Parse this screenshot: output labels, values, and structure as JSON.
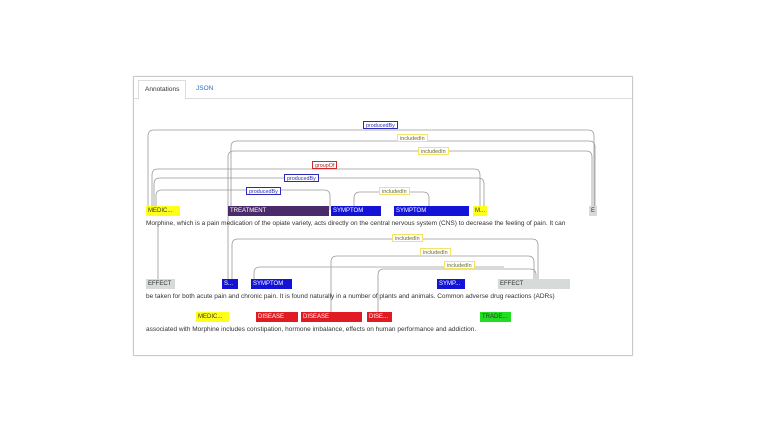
{
  "tabs": {
    "annotations": "Annotations",
    "json": "JSON"
  },
  "relations": [
    "producedBy",
    "includedIn",
    "includedIn",
    "groupOf",
    "producedBy",
    "producedBy",
    "includedIn",
    "includedIn",
    "includedIn",
    "includedIn"
  ],
  "entities": [
    "MEDIC...",
    "TREATMENT",
    "SYMPTOM",
    "SYMPTOM",
    "M...",
    "E",
    "EFFECT",
    "S...",
    "SYMPTOM",
    "SYMP...",
    "EFFECT",
    "MEDIC...",
    "DISEASE",
    "DISEASE",
    "DISE...",
    "TRADE..."
  ],
  "text_lines": [
    "Morphine, which is a pain medication of the opiate variety, acts directly on the central nervous system (CNS) to decrease the feeling of pain. It can",
    "be taken for both acute pain and chronic pain. It is found naturally in a number of plants and animals. Common adverse drug reactions (ADRs)",
    "associated with Morphine includes constipation, hormone imbalance, effects on human performance and addiction."
  ],
  "colors": {
    "medication": "#ffff1a",
    "treatment": "#4b2a6b",
    "symptom": "#1313d8",
    "effect": "#d6dad9",
    "disease": "#e01b24",
    "trade": "#22dd22",
    "tab_link": "#2a6ebb"
  }
}
